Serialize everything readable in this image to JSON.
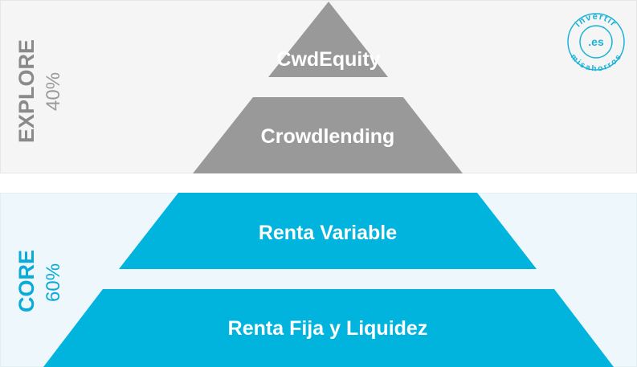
{
  "sections": {
    "explore": {
      "label": "EXPLORE",
      "percent": "40%",
      "color": "#8a8a8a"
    },
    "core": {
      "label": "CORE",
      "percent": "60%",
      "color": "#0aaad9"
    }
  },
  "tiers": [
    {
      "label": "CwdEquity",
      "group": "explore",
      "color": "#999999"
    },
    {
      "label": "Crowdlending",
      "group": "explore",
      "color": "#999999"
    },
    {
      "label": "Renta Variable",
      "group": "core",
      "color": "#00b4dd"
    },
    {
      "label": "Renta Fija y Liquidez",
      "group": "core",
      "color": "#00b4dd"
    }
  ],
  "logo": {
    "top_text": "invertir",
    "center_text": ".es",
    "bottom_text": "misahorros",
    "color": "#19b3d8"
  }
}
